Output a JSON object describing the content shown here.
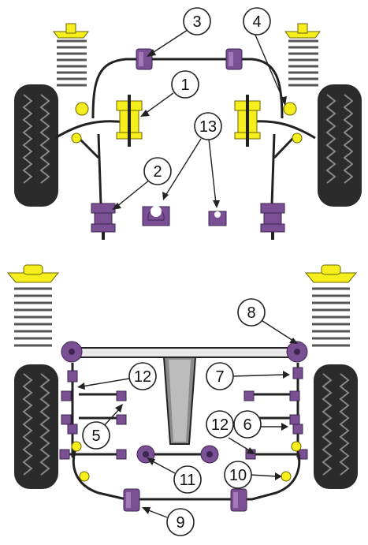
{
  "callouts": {
    "c1": "1",
    "c2": "2",
    "c3": "3",
    "c4": "4",
    "c5": "5",
    "c6": "6",
    "c7": "7",
    "c8": "8",
    "c9": "9",
    "c10": "10",
    "c11": "11",
    "c12a": "12",
    "c12b": "12",
    "c13": "13"
  },
  "colors": {
    "bush_purple": "#7a4f93",
    "spring_seat_yellow": "#f6ee1d",
    "tyre_dark": "#2b2b2b"
  },
  "icons": [
    "tyre",
    "coil-spring",
    "anti-roll-bar",
    "suspension-bush",
    "subframe"
  ]
}
